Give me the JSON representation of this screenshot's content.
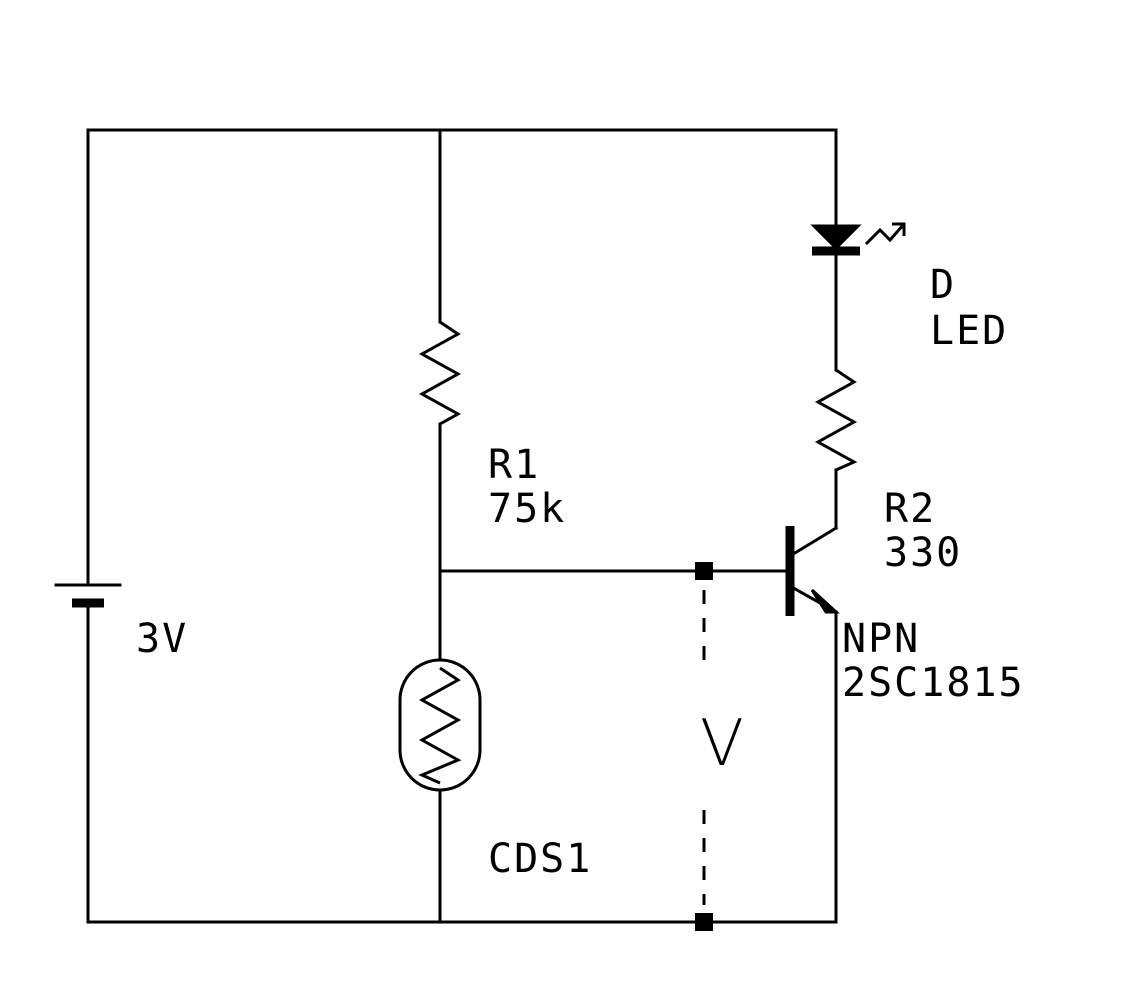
{
  "battery": {
    "label": "3V"
  },
  "r1": {
    "name": "R1",
    "value": "75k"
  },
  "r2": {
    "name": "R2",
    "value": "330"
  },
  "led": {
    "name": "D",
    "value": "LED"
  },
  "transistor": {
    "type": "NPN",
    "part": "2SC1815"
  },
  "cds": {
    "name": "CDS1"
  },
  "probe": {
    "label": "V"
  }
}
